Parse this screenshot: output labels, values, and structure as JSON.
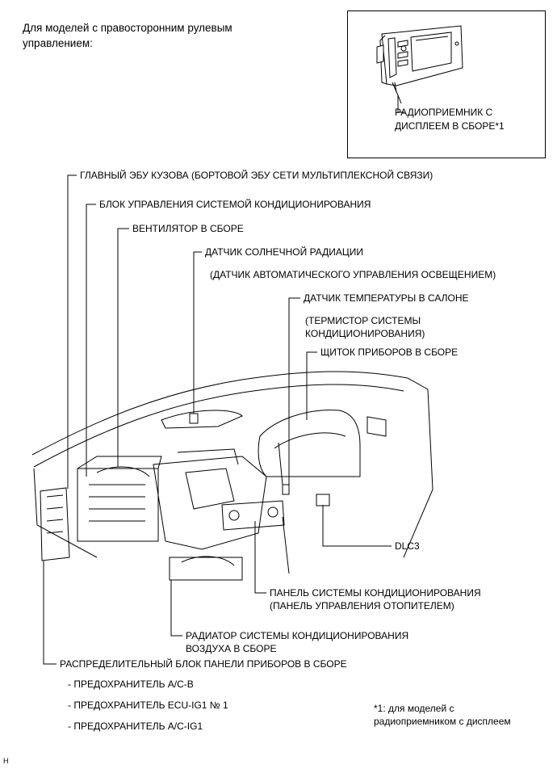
{
  "header": {
    "title_line1": "Для моделей с правосторонним рулевым",
    "title_line2": "управлением:"
  },
  "inset": {
    "label_line1": "РАДИОПРИЕМНИК С",
    "label_line2": "ДИСПЛЕЕМ В СБОРЕ*1"
  },
  "labels": {
    "main_body_ecu": "ГЛАВНЫЙ ЭБУ КУЗОВА (БОРТОВОЙ ЭБУ СЕТИ МУЛЬТИПЛЕКСНОЙ СВЯЗИ)",
    "ac_control_unit": "БЛОК УПРАВЛЕНИЯ СИСТЕМОЙ КОНДИЦИОНИРОВАНИЯ",
    "blower": "ВЕНТИЛЯТОР В СБОРЕ",
    "solar_sensor": "ДАТЧИК СОЛНЕЧНОЙ РАДИАЦИИ",
    "solar_sensor_note": "(ДАТЧИК АВТОМАТИЧЕСКОГО УПРАВЛЕНИЯ ОСВЕЩЕНИЕМ)",
    "room_temp_sensor": "ДАТЧИК ТЕМПЕРАТУРЫ В САЛОНЕ",
    "room_temp_note_line1": "(ТЕРМИСТОР СИСТЕМЫ",
    "room_temp_note_line2": "КОНДИЦИОНИРОВАНИЯ)",
    "combination_meter": "ЩИТОК ПРИБОРОВ В СБОРЕ",
    "dlc3": "DLC3",
    "ac_panel_line1": "ПАНЕЛЬ СИСТЕМЫ КОНДИЦИОНИРОВАНИЯ",
    "ac_panel_line2": "(ПАНЕЛЬ УПРАВЛЕНИЯ ОТОПИТЕЛЕМ)",
    "radiator_line1": "РАДИАТОР СИСТЕМЫ КОНДИЦИОНИРОВАНИЯ",
    "radiator_line2": "ВОЗДУХА В СБОРЕ",
    "junction_block": "РАСПРЕДЕЛИТЕЛЬНЫЙ БЛОК ПАНЕЛИ ПРИБОРОВ В СБОРЕ",
    "fuse_1": "- ПРЕДОХРАНИТЕЛЬ A/C-B",
    "fuse_2": "- ПРЕДОХРАНИТЕЛЬ ECU-IG1 № 1",
    "fuse_3": "- ПРЕДОХРАНИТЕЛЬ A/C-IG1"
  },
  "footnote": {
    "line1": "*1: для моделей с",
    "line2": "радиоприемником с дисплеем"
  },
  "corner_mark": "H"
}
